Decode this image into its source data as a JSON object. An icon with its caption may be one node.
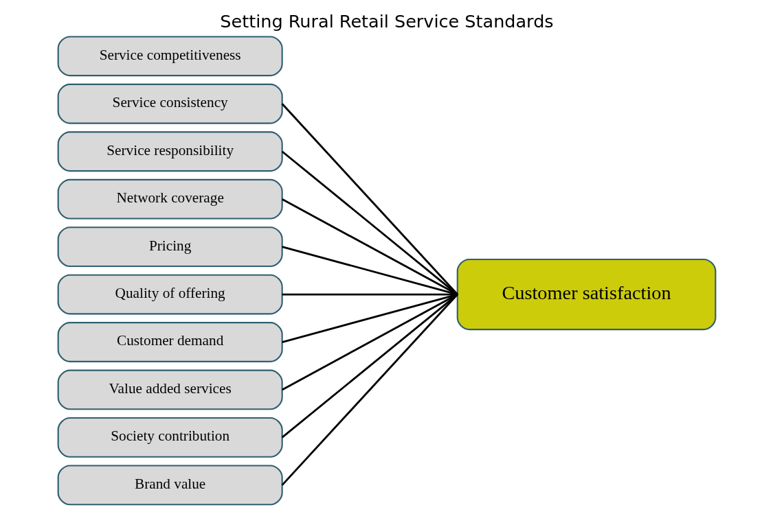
{
  "diagram": {
    "title": "Setting Rural Retail Service Standards",
    "nodes": [
      {
        "text": [
          "Service competitiveness"
        ]
      },
      {
        "text": [
          "Service consistency"
        ]
      },
      {
        "text": [
          "Service responsibility"
        ]
      },
      {
        "text": [
          "Network coverage"
        ]
      },
      {
        "text": [
          "Pricing"
        ]
      },
      {
        "text": [
          "Quality of offering"
        ]
      },
      {
        "text": [
          "Customer demand"
        ]
      },
      {
        "text": [
          "Value added services"
        ]
      },
      {
        "text": [
          "Society contribution"
        ]
      },
      {
        "text": [
          "Brand value"
        ]
      },
      {
        "text": [
          "Customer satisfaction"
        ]
      }
    ],
    "edges": [
      {
        "from": 1,
        "to": 10,
        "arrow": "none"
      },
      {
        "from": 2,
        "to": 10,
        "arrow": "none"
      },
      {
        "from": 3,
        "to": 10,
        "arrow": "none"
      },
      {
        "from": 4,
        "to": 10,
        "arrow": "none"
      },
      {
        "from": 5,
        "to": 10,
        "arrow": "none"
      },
      {
        "from": 6,
        "to": 10,
        "arrow": "none"
      },
      {
        "from": 7,
        "to": 10,
        "arrow": "none"
      },
      {
        "from": 8,
        "to": 10,
        "arrow": "none"
      },
      {
        "from": 9,
        "to": 10,
        "arrow": "none"
      }
    ]
  }
}
